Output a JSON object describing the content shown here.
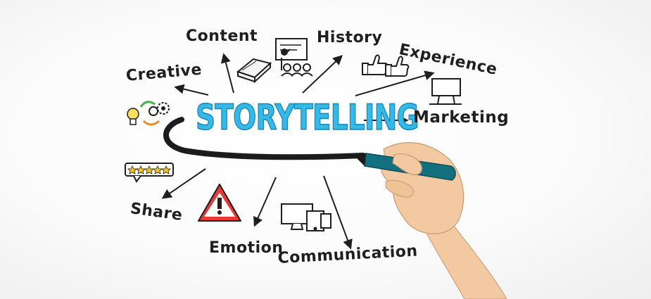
{
  "center": "STORYTELLING",
  "labels": {
    "content": "Content",
    "history": "History",
    "experience": "Experience",
    "creative": "Creative",
    "marketing": "Marketing",
    "share": "Share",
    "emotion": "Emotion",
    "communication": "Communication"
  },
  "colors": {
    "center_text": "#35b9e6",
    "center_outline": "#1785b8",
    "ink": "#1f1f1f",
    "marker": "#13707f",
    "skin": "#f2c9a0",
    "warning": "#e53a3a",
    "star": "#f4c21d",
    "bulb": "#f8e15a",
    "gear_arrow_green": "#49b04d",
    "gear_arrow_orange": "#f08a24"
  },
  "icons": [
    "book-icon",
    "presentation-icon",
    "thumbs-up-icon",
    "billboard-icon",
    "lightbulb-gears-icon",
    "rating-stars-icon",
    "warning-icon",
    "devices-icon"
  ]
}
